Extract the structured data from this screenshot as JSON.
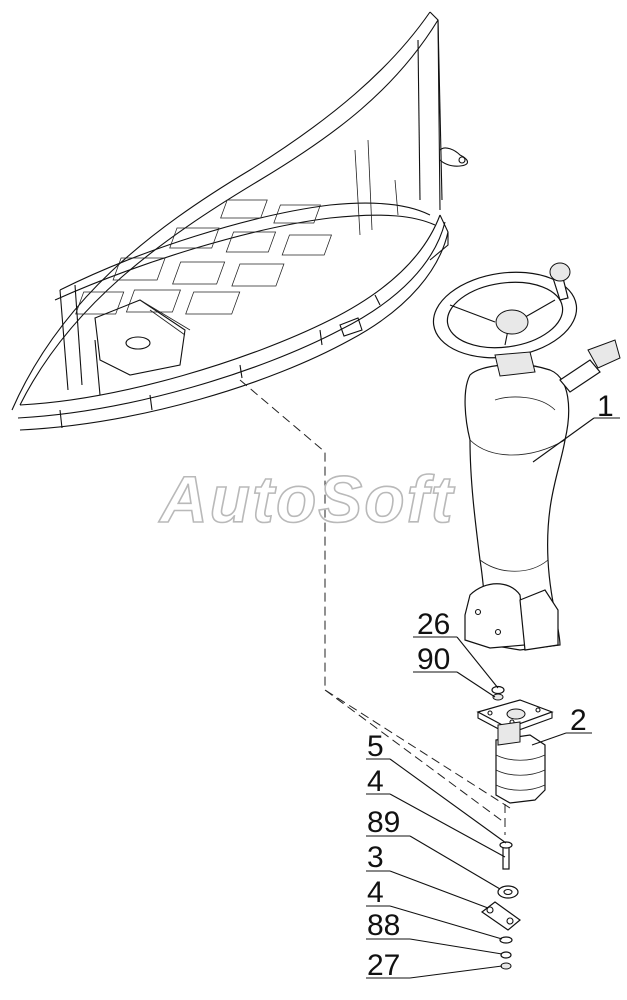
{
  "watermark": "AutoSoft",
  "callouts": [
    "1",
    "2",
    "26",
    "90",
    "5",
    "4",
    "89",
    "3",
    "4",
    "88",
    "27"
  ]
}
